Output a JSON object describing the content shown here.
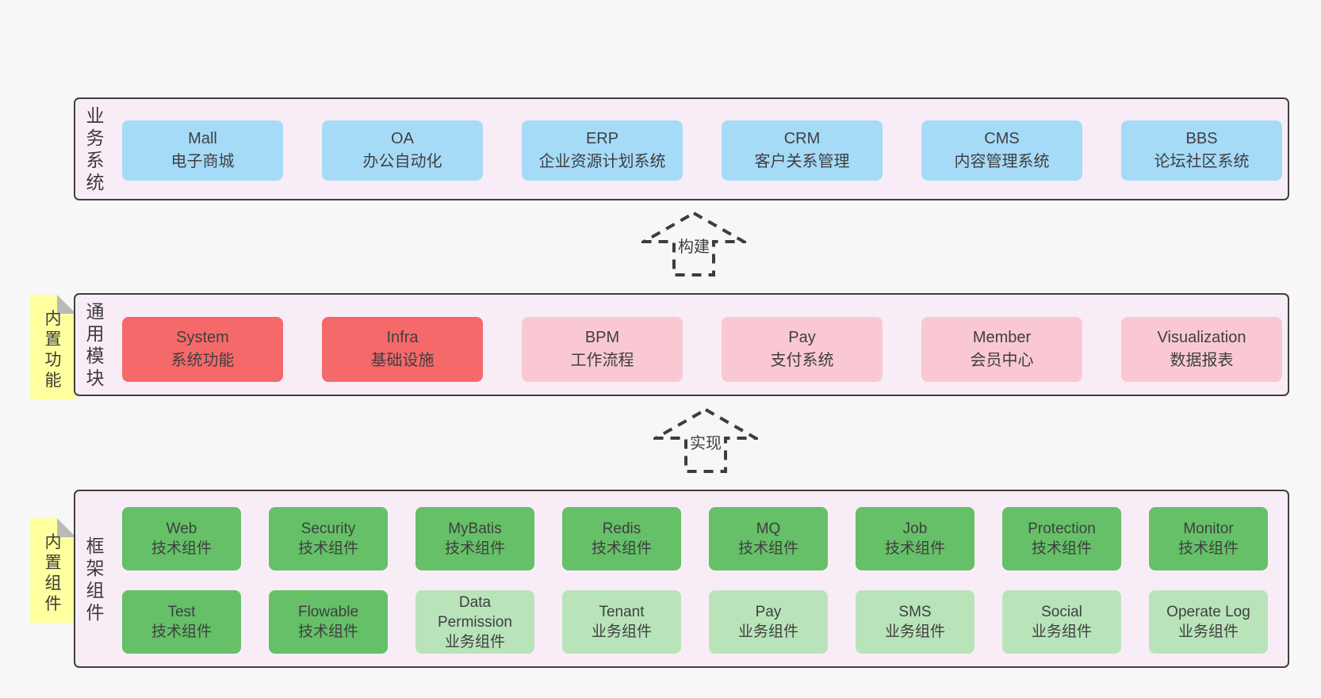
{
  "colors": {
    "page_bg": "#f7f7f7",
    "band_bg": "#f8edf6",
    "band_border": "#3f3f3f",
    "blue_box": "#a6dbf8",
    "red_box": "#f5696b",
    "pink_box": "#fac8d2",
    "green_box": "#65c068",
    "light_green_box": "#b9e4ba",
    "note_bg": "#feff9e",
    "note_fold": "#b9b9b9",
    "arrow_stroke": "#3d3d3d",
    "text": "#3f3f3f"
  },
  "arrows": [
    {
      "label": "构建"
    },
    {
      "label": "实现"
    }
  ],
  "bands": [
    {
      "label": "业务系统",
      "rows": [
        [
          {
            "title": "Mall",
            "subtitle": "电子商城",
            "variant": "blue"
          },
          {
            "title": "OA",
            "subtitle": "办公自动化",
            "variant": "blue"
          },
          {
            "title": "ERP",
            "subtitle": "企业资源计划系统",
            "variant": "blue"
          },
          {
            "title": "CRM",
            "subtitle": "客户关系管理",
            "variant": "blue"
          },
          {
            "title": "CMS",
            "subtitle": "内容管理系统",
            "variant": "blue"
          },
          {
            "title": "BBS",
            "subtitle": "论坛社区系统",
            "variant": "blue"
          }
        ]
      ]
    },
    {
      "label": "通用模块",
      "note": "内置功能",
      "rows": [
        [
          {
            "title": "System",
            "subtitle": "系统功能",
            "variant": "red"
          },
          {
            "title": "Infra",
            "subtitle": "基础设施",
            "variant": "red"
          },
          {
            "title": "BPM",
            "subtitle": "工作流程",
            "variant": "pink"
          },
          {
            "title": "Pay",
            "subtitle": "支付系统",
            "variant": "pink"
          },
          {
            "title": "Member",
            "subtitle": "会员中心",
            "variant": "pink"
          },
          {
            "title": "Visualization",
            "subtitle": "数据报表",
            "variant": "pink"
          }
        ]
      ]
    },
    {
      "label": "框架组件",
      "note": "内置组件",
      "rows": [
        [
          {
            "title": "Web",
            "subtitle": "技术组件",
            "variant": "green"
          },
          {
            "title": "Security",
            "subtitle": "技术组件",
            "variant": "green"
          },
          {
            "title": "MyBatis",
            "subtitle": "技术组件",
            "variant": "green"
          },
          {
            "title": "Redis",
            "subtitle": "技术组件",
            "variant": "green"
          },
          {
            "title": "MQ",
            "subtitle": "技术组件",
            "variant": "green"
          },
          {
            "title": "Job",
            "subtitle": "技术组件",
            "variant": "green"
          },
          {
            "title": "Protection",
            "subtitle": "技术组件",
            "variant": "green"
          },
          {
            "title": "Monitor",
            "subtitle": "技术组件",
            "variant": "green"
          }
        ],
        [
          {
            "title": "Test",
            "subtitle": "技术组件",
            "variant": "green"
          },
          {
            "title": "Flowable",
            "subtitle": "技术组件",
            "variant": "green"
          },
          {
            "title": "Data Permission",
            "subtitle": "业务组件",
            "variant": "lightgreen"
          },
          {
            "title": "Tenant",
            "subtitle": "业务组件",
            "variant": "lightgreen"
          },
          {
            "title": "Pay",
            "subtitle": "业务组件",
            "variant": "lightgreen"
          },
          {
            "title": "SMS",
            "subtitle": "业务组件",
            "variant": "lightgreen"
          },
          {
            "title": "Social",
            "subtitle": "业务组件",
            "variant": "lightgreen"
          },
          {
            "title": "Operate Log",
            "subtitle": "业务组件",
            "variant": "lightgreen"
          }
        ]
      ]
    }
  ]
}
